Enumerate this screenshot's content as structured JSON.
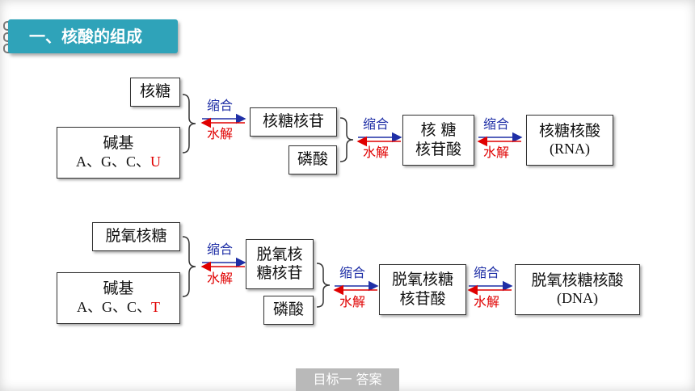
{
  "section_title": "一、核酸的组成",
  "footer_button": "目标一  答案",
  "colors": {
    "title_bg": "#2fa3b9",
    "arrow_blue": "#1f2fa6",
    "arrow_red": "#e00000"
  },
  "rna": {
    "sugar": "核糖",
    "base_title": "碱基",
    "base_list": "A、G、C、",
    "base_special": "U",
    "nucleoside": "核糖核苷",
    "phosphate": "磷酸",
    "nucleotide_line1": "核 糖",
    "nucleotide_line2": "核苷酸",
    "acid_line1": "核糖核酸",
    "acid_line2": "(RNA)"
  },
  "dna": {
    "sugar": "脱氧核糖",
    "base_title": "碱基",
    "base_list": "A、G、C、",
    "base_special": "T",
    "nucleoside_line1": "脱氧核",
    "nucleoside_line2": "糖核苷",
    "phosphate": "磷酸",
    "nucleotide_line1": "脱氧核糖",
    "nucleotide_line2": "核苷酸",
    "acid_line1": "脱氧核糖核酸",
    "acid_line2": "(DNA)"
  },
  "arrows": {
    "forward": "缩合",
    "reverse": "水解"
  }
}
